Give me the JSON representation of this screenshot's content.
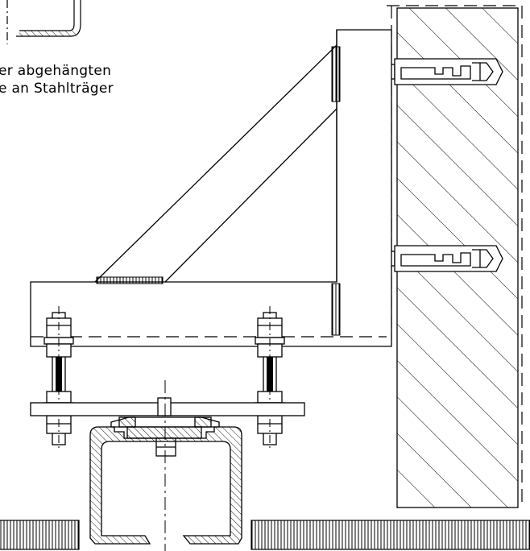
{
  "annotation": {
    "line1": "er abgehängten",
    "line2": "e an Stahlträger"
  },
  "colors": {
    "line": "#000000",
    "background": "#ffffff"
  },
  "components": [
    "wall-section-hatched",
    "l-bracket",
    "diagonal-brace",
    "weld-seams",
    "expansion-anchors",
    "threaded-rod-bolts",
    "hanger-plate",
    "c-profile-rail",
    "floor-grating"
  ]
}
